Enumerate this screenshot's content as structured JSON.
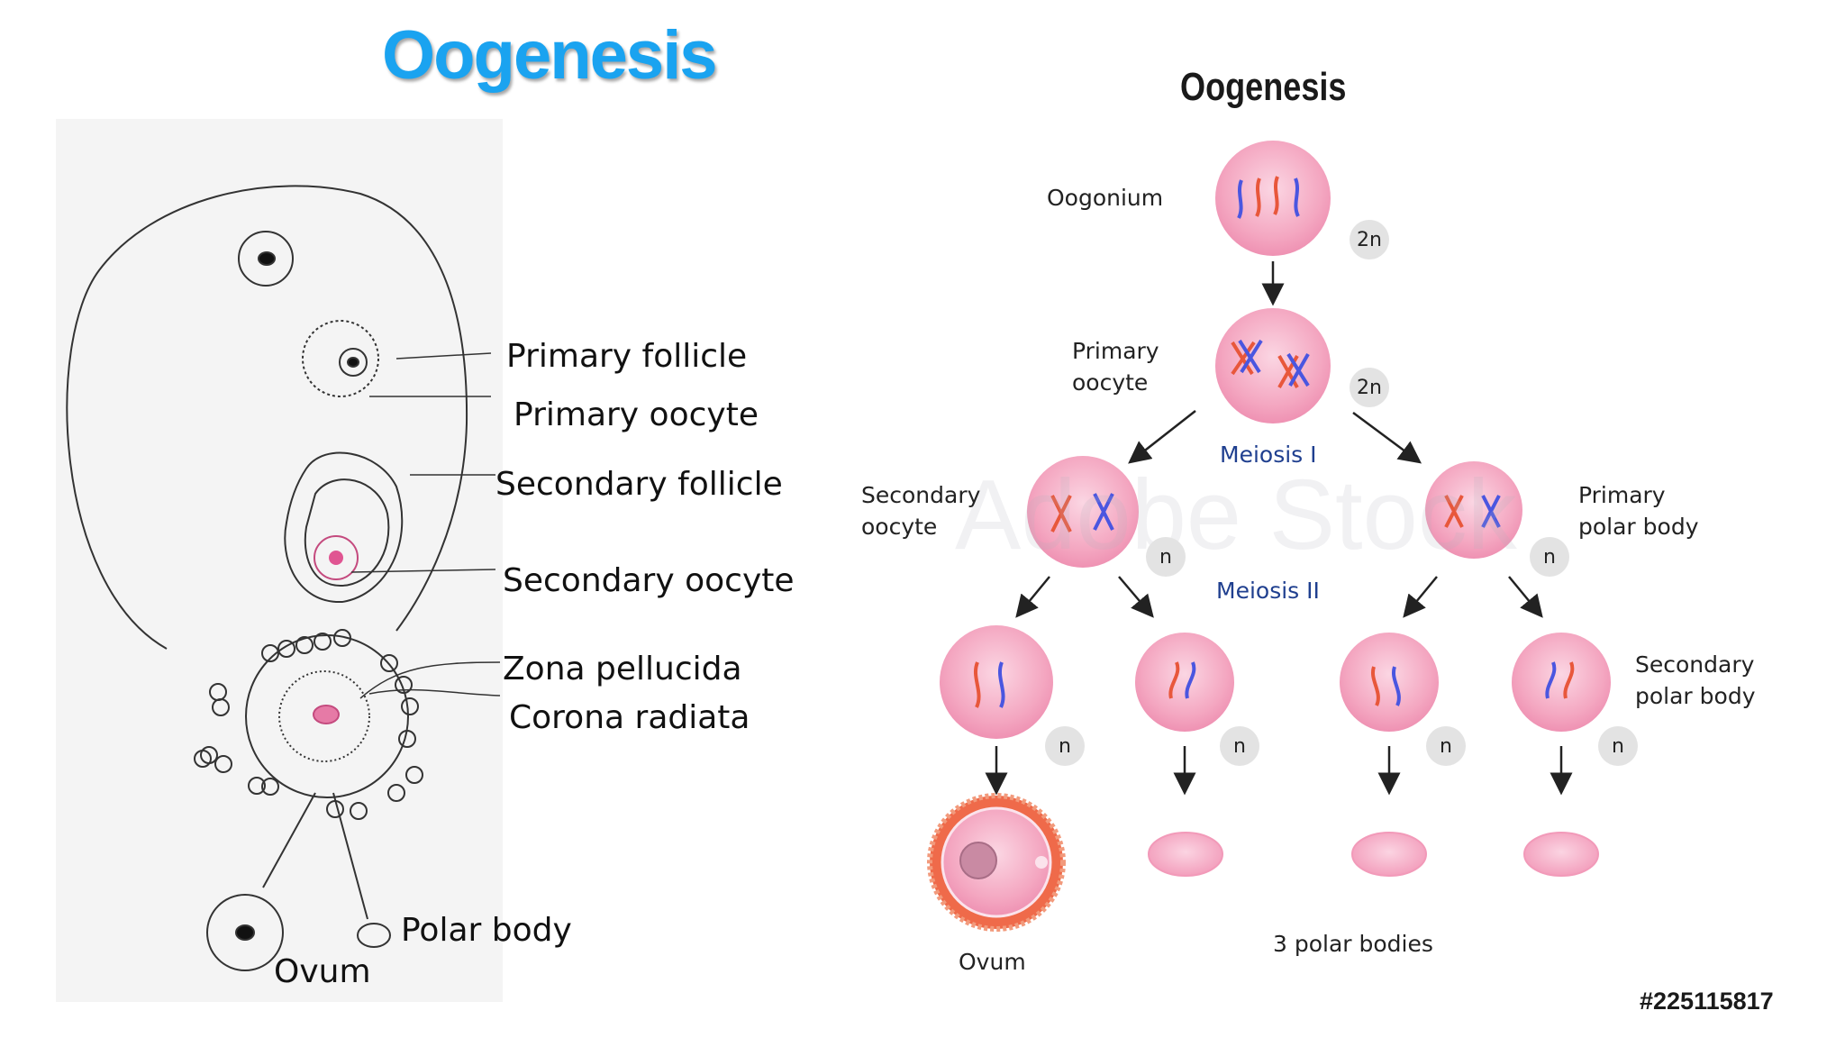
{
  "slide_title": "Oogenesis",
  "left_diagram": {
    "labels": {
      "primary_follicle": "Primary follicle",
      "primary_oocyte": "Primary oocyte",
      "secondary_follicle": "Secondary follicle",
      "secondary_oocyte": "Secondary oocyte",
      "zona_pellucida": "Zona pellucida",
      "corona_radiata": "Corona radiata",
      "polar_body": "Polar body",
      "ovum": "Ovum"
    }
  },
  "right_diagram": {
    "title": "Oogenesis",
    "labels": {
      "oogonium": "Oogonium",
      "primary_oocyte": "Primary\noocyte",
      "meiosis_1": "Meiosis I",
      "secondary_oocyte": "Secondary\noocyte",
      "primary_polar_body": "Primary\npolar body",
      "meiosis_2": "Meiosis II",
      "secondary_polar_body": "Secondary\npolar body",
      "ovum": "Ovum",
      "three_polar_bodies": "3 polar bodies"
    },
    "ploidy": {
      "oogonium": "2n",
      "primary_oocyte": "2n",
      "secondary_oocyte": "n",
      "primary_polar_body": "n",
      "gamete_1": "n",
      "gamete_2": "n",
      "gamete_3": "n",
      "gamete_4": "n"
    },
    "watermark": "Adobe Stock",
    "stock_id": "#225115817"
  },
  "colors": {
    "title_blue": "#1aa3f0",
    "cell_pink": "#f7a9c3",
    "chromosome_red": "#e8573b",
    "chromosome_blue": "#4a56e0",
    "ovum_orange": "#ef6a4a",
    "meiosis_blue": "#1f3f8f"
  }
}
